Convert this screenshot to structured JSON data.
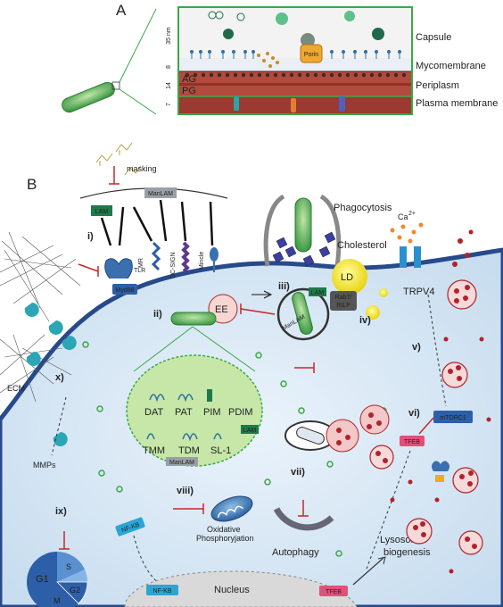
{
  "panel_a": {
    "letter": "A",
    "layers": {
      "capsule": "Capsule",
      "mycomembrane": "Mycomembrane",
      "periplasm": "Periplasm",
      "plasma_membrane": "Plasma membrane"
    },
    "scale": {
      "s1": "35 nm",
      "s2": "8",
      "s3": "14",
      "s4": "7"
    },
    "ag": "AG",
    "pg": "PG",
    "porin": "Porin"
  },
  "panel_b": {
    "letter": "B",
    "masking": "masking",
    "receptors": {
      "lam": "LAM",
      "manlam": "ManLAM",
      "tlr": "TLR",
      "myd88": "Myd88",
      "mr": "MR",
      "dcsign": "DC-SIGN",
      "mincle": "Mincle"
    },
    "phagocytosis": "Phagocytosis",
    "cholesterol": "Cholesterol",
    "ca": "Ca",
    "ca_sup": "2+",
    "trpv4": "TRPV4",
    "ld": "LD",
    "rab7": "Rab7/",
    "rilp": "RILP",
    "ee": "EE",
    "lam2": "LAM",
    "manlam2": "ManLAM",
    "romans": {
      "i": "i)",
      "ii": "ii)",
      "iii": "iii)",
      "iv": "iv)",
      "v": "v)",
      "vi": "vi)",
      "vii": "vii)",
      "viii": "viii)",
      "ix": "ix)",
      "x": "x)"
    },
    "lipids": {
      "dat": "DAT",
      "pat": "PAT",
      "pim": "PIM",
      "pdim": "PDIM",
      "lam": "LAM",
      "tmm": "TMM",
      "tdm": "TDM",
      "sl1": "SL-1",
      "manlam": "ManLAM"
    },
    "mtorc1": "mTORC1",
    "tfeb": "TFEB",
    "tfeb2": "TFEB",
    "ecm": "ECM",
    "mmps": "MMPs",
    "nfkb": "NF-KB",
    "nfkb2": "NF-KB",
    "oxidative": "Oxidative",
    "phosphorylation": "Phosphoryjation",
    "autophagy": "Autophagy",
    "lysosomal": "Lysosomal",
    "biogenesis": "biogenesis",
    "nucleus": "Nucleus",
    "cycle": {
      "g1": "G1",
      "s": "S",
      "g2": "G2",
      "m": "M"
    }
  },
  "colors": {
    "mtb_green": "#3aa845",
    "cell_blue": "#d8e8f5",
    "lysosome_red": "#b3212b",
    "membrane_blue": "#274a8a",
    "tfeb_pink": "#e0517a"
  }
}
